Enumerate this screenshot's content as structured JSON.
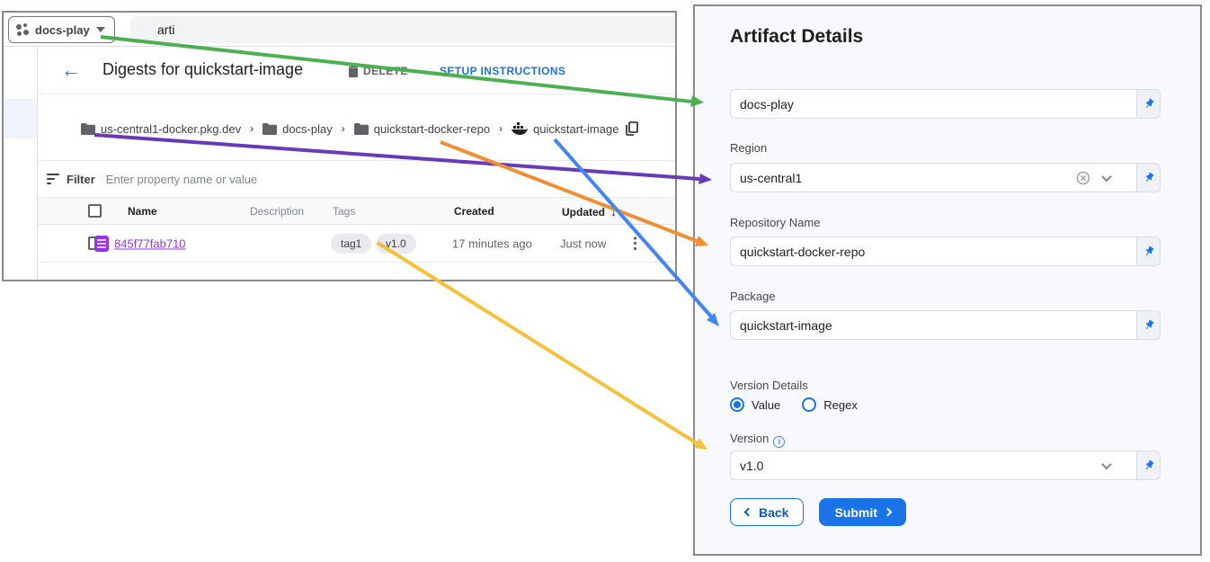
{
  "colors": {
    "arrow_green": "#4caf50",
    "arrow_purple": "#673ab7",
    "arrow_orange": "#ee8f33",
    "arrow_blue": "#4285f4",
    "arrow_yellow": "#f4c13d",
    "accent_blue": "#1a73e8",
    "link_purple": "#9334e6"
  },
  "console": {
    "project_selector": "docs-play",
    "search_value": "arti",
    "header": {
      "title": "Digests for quickstart-image",
      "delete_label": "DELETE",
      "setup_label": "SETUP INSTRUCTIONS"
    },
    "breadcrumb": {
      "items": [
        {
          "label": "us-central1-docker.pkg.dev"
        },
        {
          "label": "docs-play"
        },
        {
          "label": "quickstart-docker-repo"
        },
        {
          "label": "quickstart-image"
        }
      ]
    },
    "filter": {
      "label": "Filter",
      "placeholder": "Enter property name or value"
    },
    "table": {
      "columns": {
        "name": "Name",
        "description": "Description",
        "tags": "Tags",
        "created": "Created",
        "updated": "Updated"
      },
      "row": {
        "name": "845f77fab710",
        "tags": [
          "tag1",
          "v1.0"
        ],
        "created": "17 minutes ago",
        "updated": "Just now"
      }
    }
  },
  "form": {
    "title": "Artifact Details",
    "project": {
      "value": "docs-play"
    },
    "region": {
      "label": "Region",
      "value": "us-central1"
    },
    "repository": {
      "label": "Repository Name",
      "value": "quickstart-docker-repo"
    },
    "package": {
      "label": "Package",
      "value": "quickstart-image"
    },
    "version_details": {
      "label": "Version Details",
      "options": [
        "Value",
        "Regex"
      ],
      "selected": "Value"
    },
    "version": {
      "label": "Version",
      "value": "v1.0"
    },
    "back_label": "Back",
    "submit_label": "Submit"
  }
}
